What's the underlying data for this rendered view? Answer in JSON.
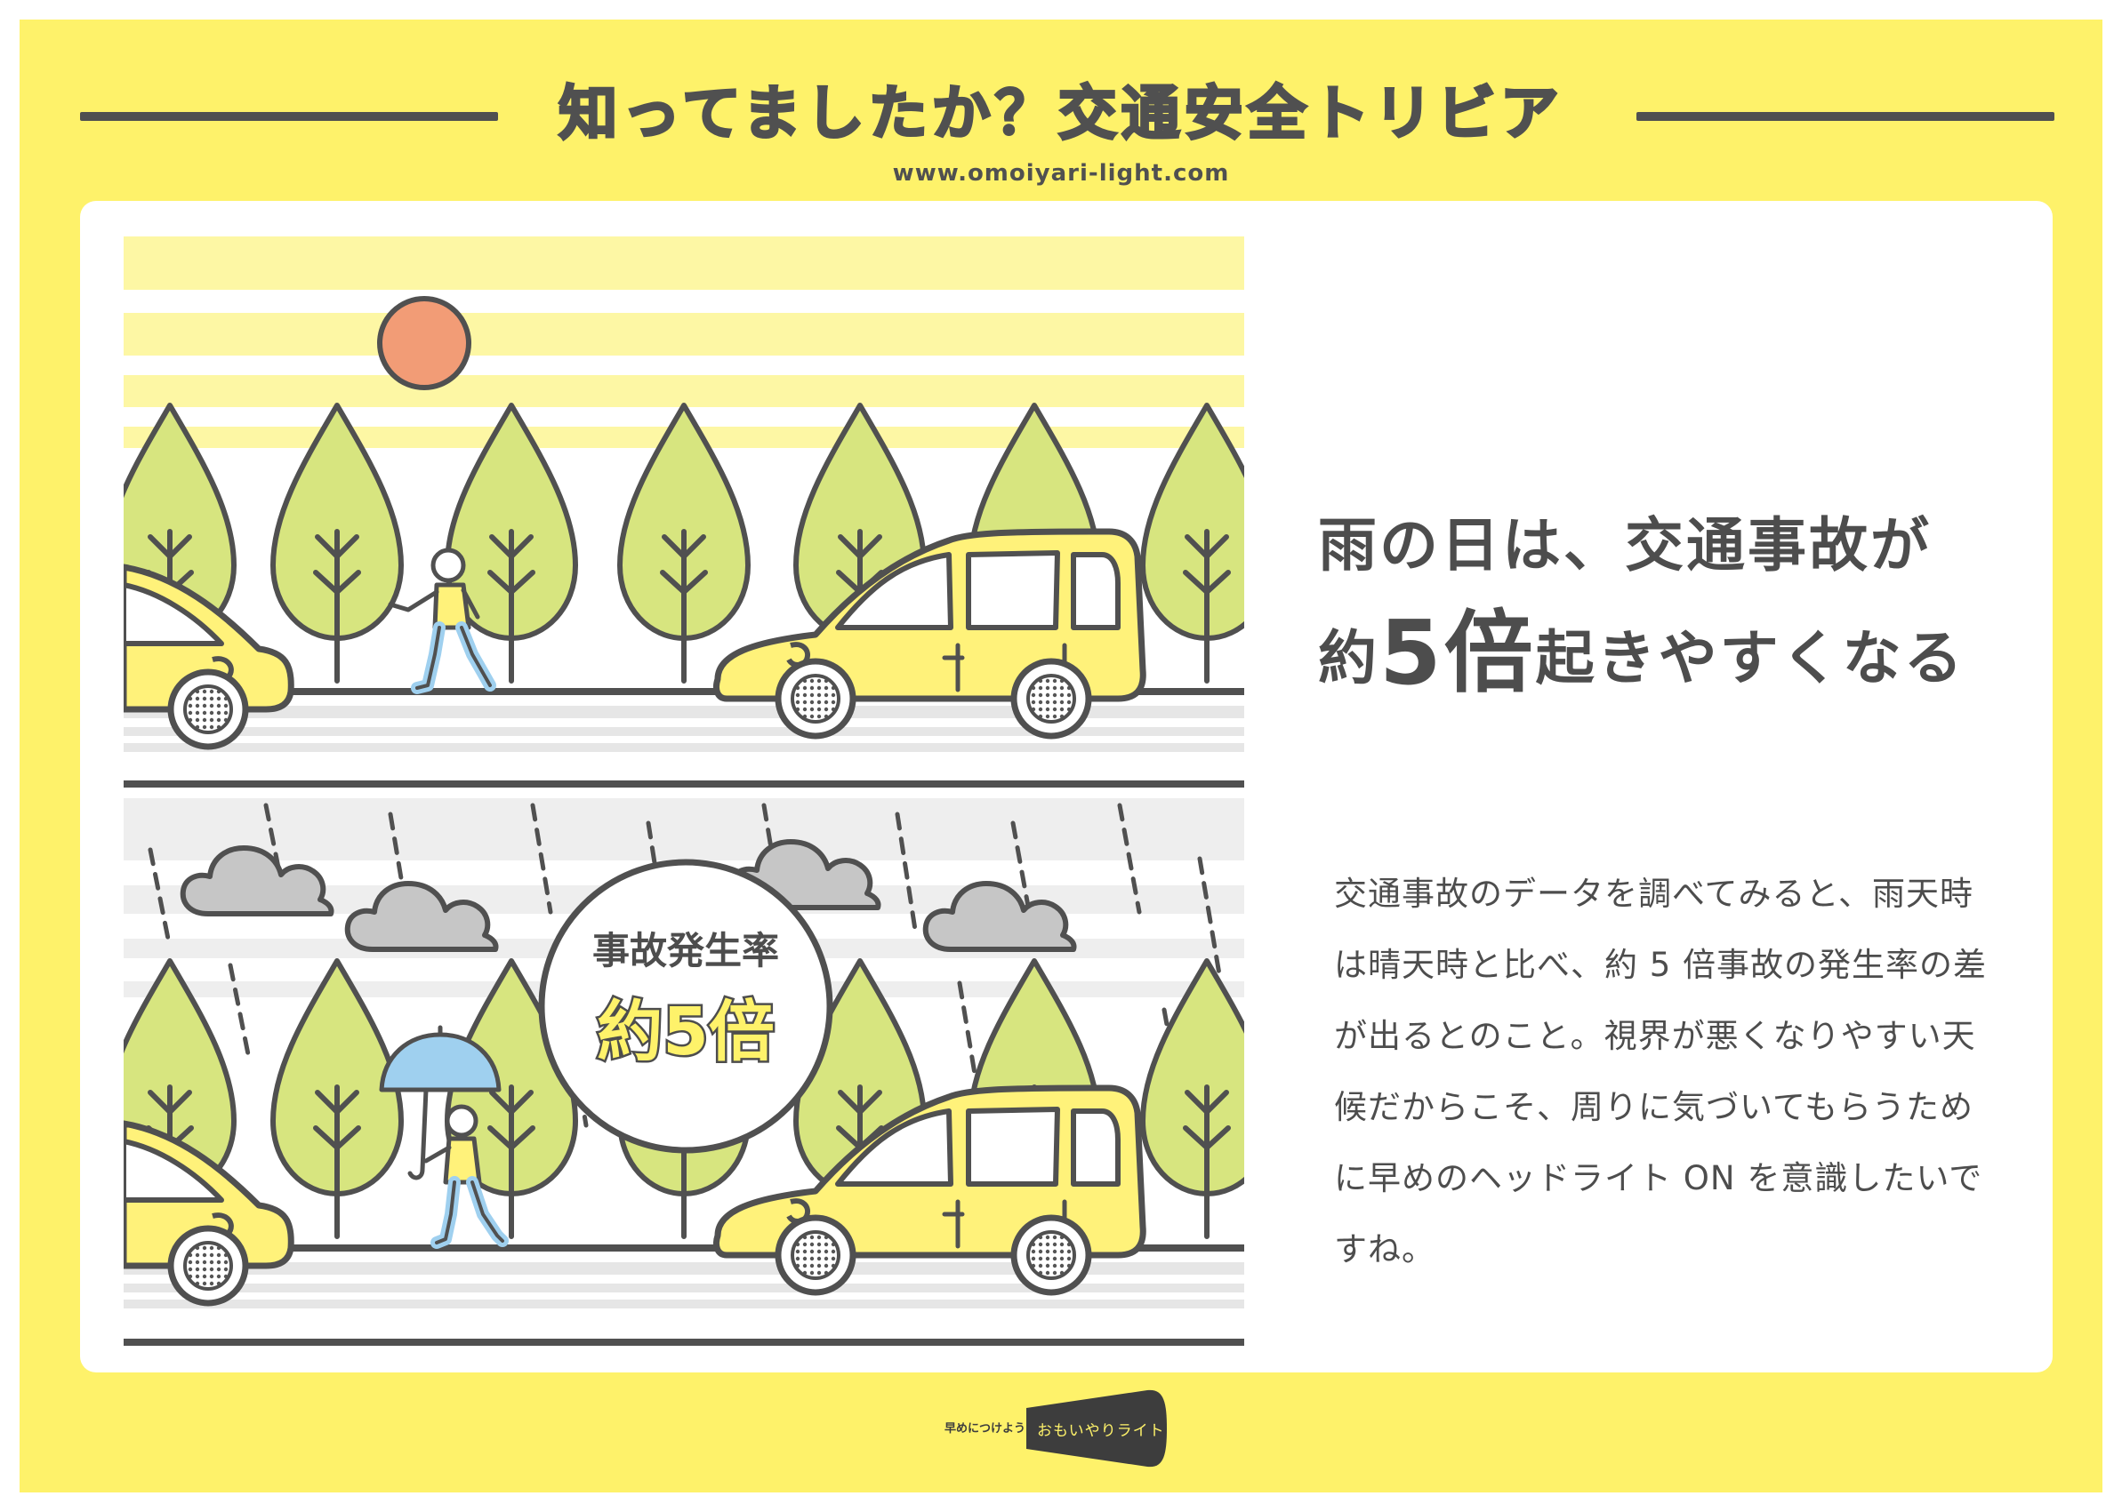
{
  "header": {
    "title": "知ってましたか？交通安全トリビア",
    "url": "www.omoiyari-light.com"
  },
  "illustration": {
    "badge_line1": "事故発生率",
    "badge_line2": "約5倍"
  },
  "headline": {
    "line1": "雨の日は、交通事故が",
    "line2_prefix": "約",
    "line2_number": "5倍",
    "line2_suffix": "起きやすくなる"
  },
  "body": {
    "lines": [
      "交通事故のデータを調べてみると、雨天時",
      "は晴天時と比べ、約 5 倍事故の発生率の差",
      "が出るとのこと。視界が悪くなりやすい天",
      "候だからこそ、周りに気づいてもらうため",
      "に早めのヘッドライト ON を意識したいで",
      "すね。"
    ]
  },
  "footer": {
    "slogan": "早めにつけよう",
    "brand": "おもいやりライト"
  },
  "colors": {
    "background": "#fef26a",
    "text": "#4d4d4d",
    "tree": "#d7e57f",
    "car": "#fff27a",
    "sun": "#f29c76",
    "umbrella": "#9fd0ef",
    "cloud": "#c6c6c6"
  }
}
